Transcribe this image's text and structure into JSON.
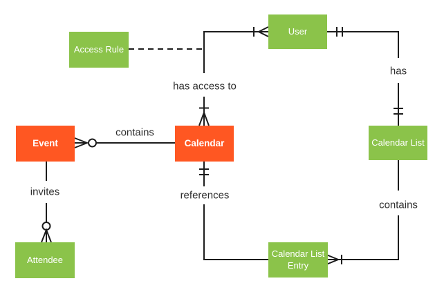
{
  "diagram": {
    "type": "entity-relationship",
    "notation": "crows-foot",
    "entities": {
      "event": {
        "label": "Event",
        "color": "#ff5722"
      },
      "calendar": {
        "label": "Calendar",
        "color": "#ff5722"
      },
      "access_rule": {
        "label": "Access Rule",
        "color": "#8bc34a"
      },
      "user": {
        "label": "User",
        "color": "#8bc34a"
      },
      "calendar_list": {
        "label": "Calendar List",
        "color": "#8bc34a"
      },
      "calendar_list_entry": {
        "label": "Calendar List Entry",
        "color": "#8bc34a"
      },
      "attendee": {
        "label": "Attendee",
        "color": "#8bc34a"
      }
    },
    "relationships": [
      {
        "label": "contains",
        "from": "Calendar",
        "to": "Event",
        "to_notation": "zero-or-many"
      },
      {
        "label": "invites",
        "from": "Event",
        "to": "Attendee",
        "to_notation": "zero-or-many"
      },
      {
        "label": "has access to",
        "from": "User",
        "to": "Calendar",
        "from_notation": "one-or-many",
        "to_notation": "one-or-many"
      },
      {
        "label": "has",
        "from": "User",
        "to": "Calendar List",
        "from_notation": "one-and-only-one",
        "to_notation": "one-and-only-one"
      },
      {
        "label": "contains",
        "from": "Calendar List",
        "to": "Calendar List Entry",
        "to_notation": "one-or-many"
      },
      {
        "label": "references",
        "from": "Calendar",
        "to": "Calendar List Entry",
        "from_notation": "one-and-only-one"
      },
      {
        "label": "",
        "from": "Access Rule",
        "to": "has access to",
        "style": "dashed"
      }
    ],
    "colors": {
      "entity_orange": "#ff5722",
      "entity_green": "#8bc34a",
      "line": "#1c1c1c",
      "label_text": "#2d2d2d",
      "entity_text": "#ffffff",
      "background": "#ffffff"
    }
  }
}
